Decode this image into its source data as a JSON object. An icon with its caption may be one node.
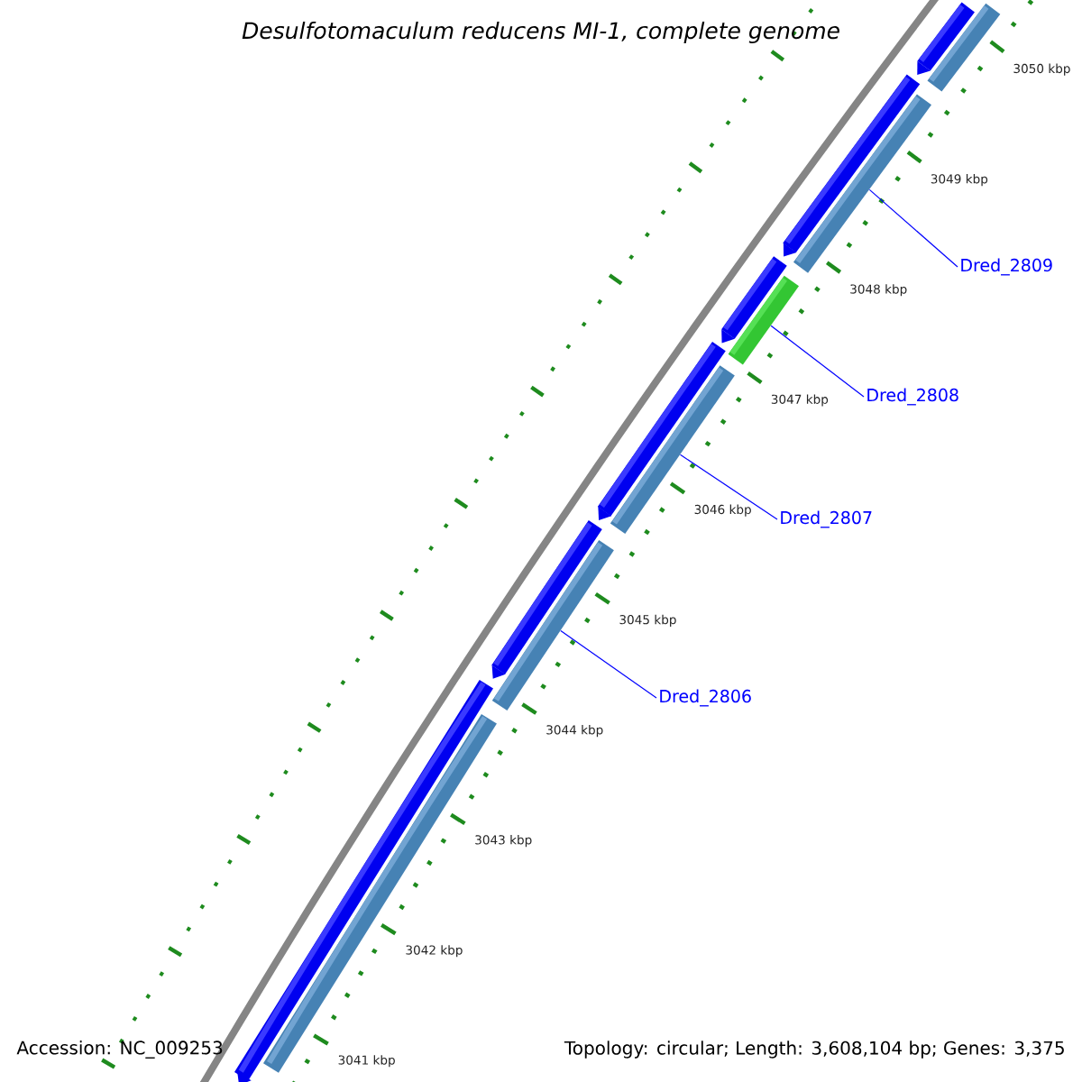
{
  "diagram": {
    "title": "Desulfotomaculum reducens MI-1, complete genome",
    "nodes": [
      {
        "text": [
          "Dred_2809"
        ]
      },
      {
        "text": [
          "Dred_2808"
        ]
      },
      {
        "text": [
          "Dred_2807"
        ]
      },
      {
        "text": [
          "Dred_2806"
        ]
      },
      {
        "text": [],
        "shape": "pentagon"
      },
      {
        "text": [],
        "shape": "bar"
      },
      {
        "text": [],
        "shape": "pentagon"
      },
      {
        "text": [],
        "shape": "bar"
      },
      {
        "text": [],
        "shape": "pentagon"
      },
      {
        "text": [],
        "shape": "bar"
      },
      {
        "text": [],
        "shape": "pentagon"
      },
      {
        "text": [],
        "shape": "bar"
      },
      {
        "text": [],
        "shape": "pentagon"
      },
      {
        "text": [],
        "shape": "bar"
      },
      {
        "text": [],
        "shape": "pentagon"
      },
      {
        "text": [],
        "shape": "bar"
      }
    ],
    "edges": [
      {
        "from": 0,
        "to": 7,
        "arrow": "none"
      },
      {
        "from": 1,
        "to": 9,
        "arrow": "none"
      },
      {
        "from": 2,
        "to": 11,
        "arrow": "none"
      },
      {
        "from": 3,
        "to": 13,
        "arrow": "none"
      }
    ],
    "labels": [
      "3050 kbp",
      "3049 kbp",
      "3048 kbp",
      "3047 kbp",
      "3046 kbp",
      "3045 kbp",
      "3044 kbp",
      "3043 kbp",
      "3042 kbp",
      "3041 kbp",
      "Accession: NC_009253",
      "Topology: circular; Length: 3,608,104 bp; Genes: 3,375"
    ]
  }
}
